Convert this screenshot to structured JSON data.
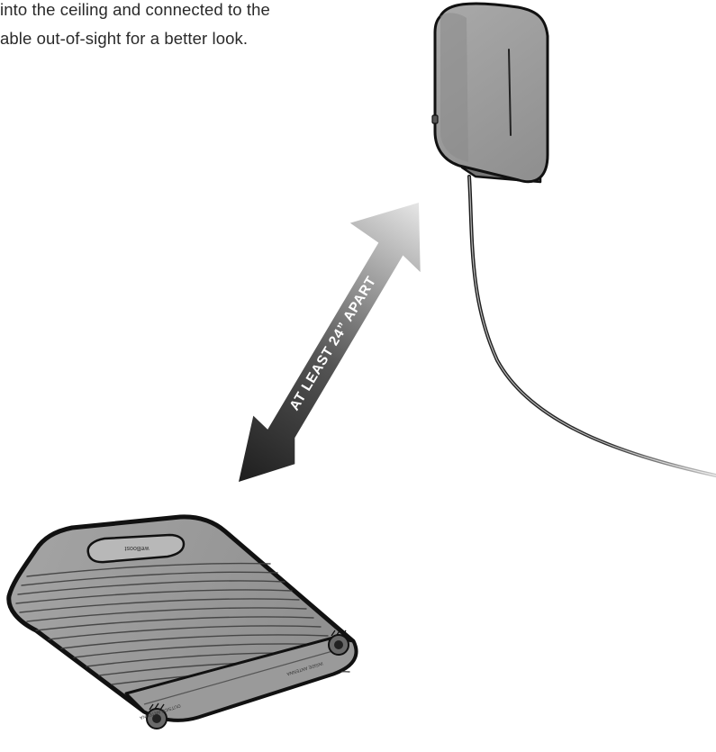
{
  "caption": {
    "line1": " into the ceiling and connected to the",
    "line2": "able out-of-sight for a better look."
  },
  "arrow": {
    "label": "AT LEAST 24” APART"
  },
  "booster": {
    "logo": "weBoost",
    "ports": {
      "outside": "OUTSIDE ANTENNA",
      "inside": "INSIDE ANTENNA"
    }
  },
  "colors": {
    "outline": "#111111",
    "device_gray": "#9a9a9a",
    "arrow_dark": "#1e1e1e",
    "arrow_light": "#e6e6e6"
  }
}
